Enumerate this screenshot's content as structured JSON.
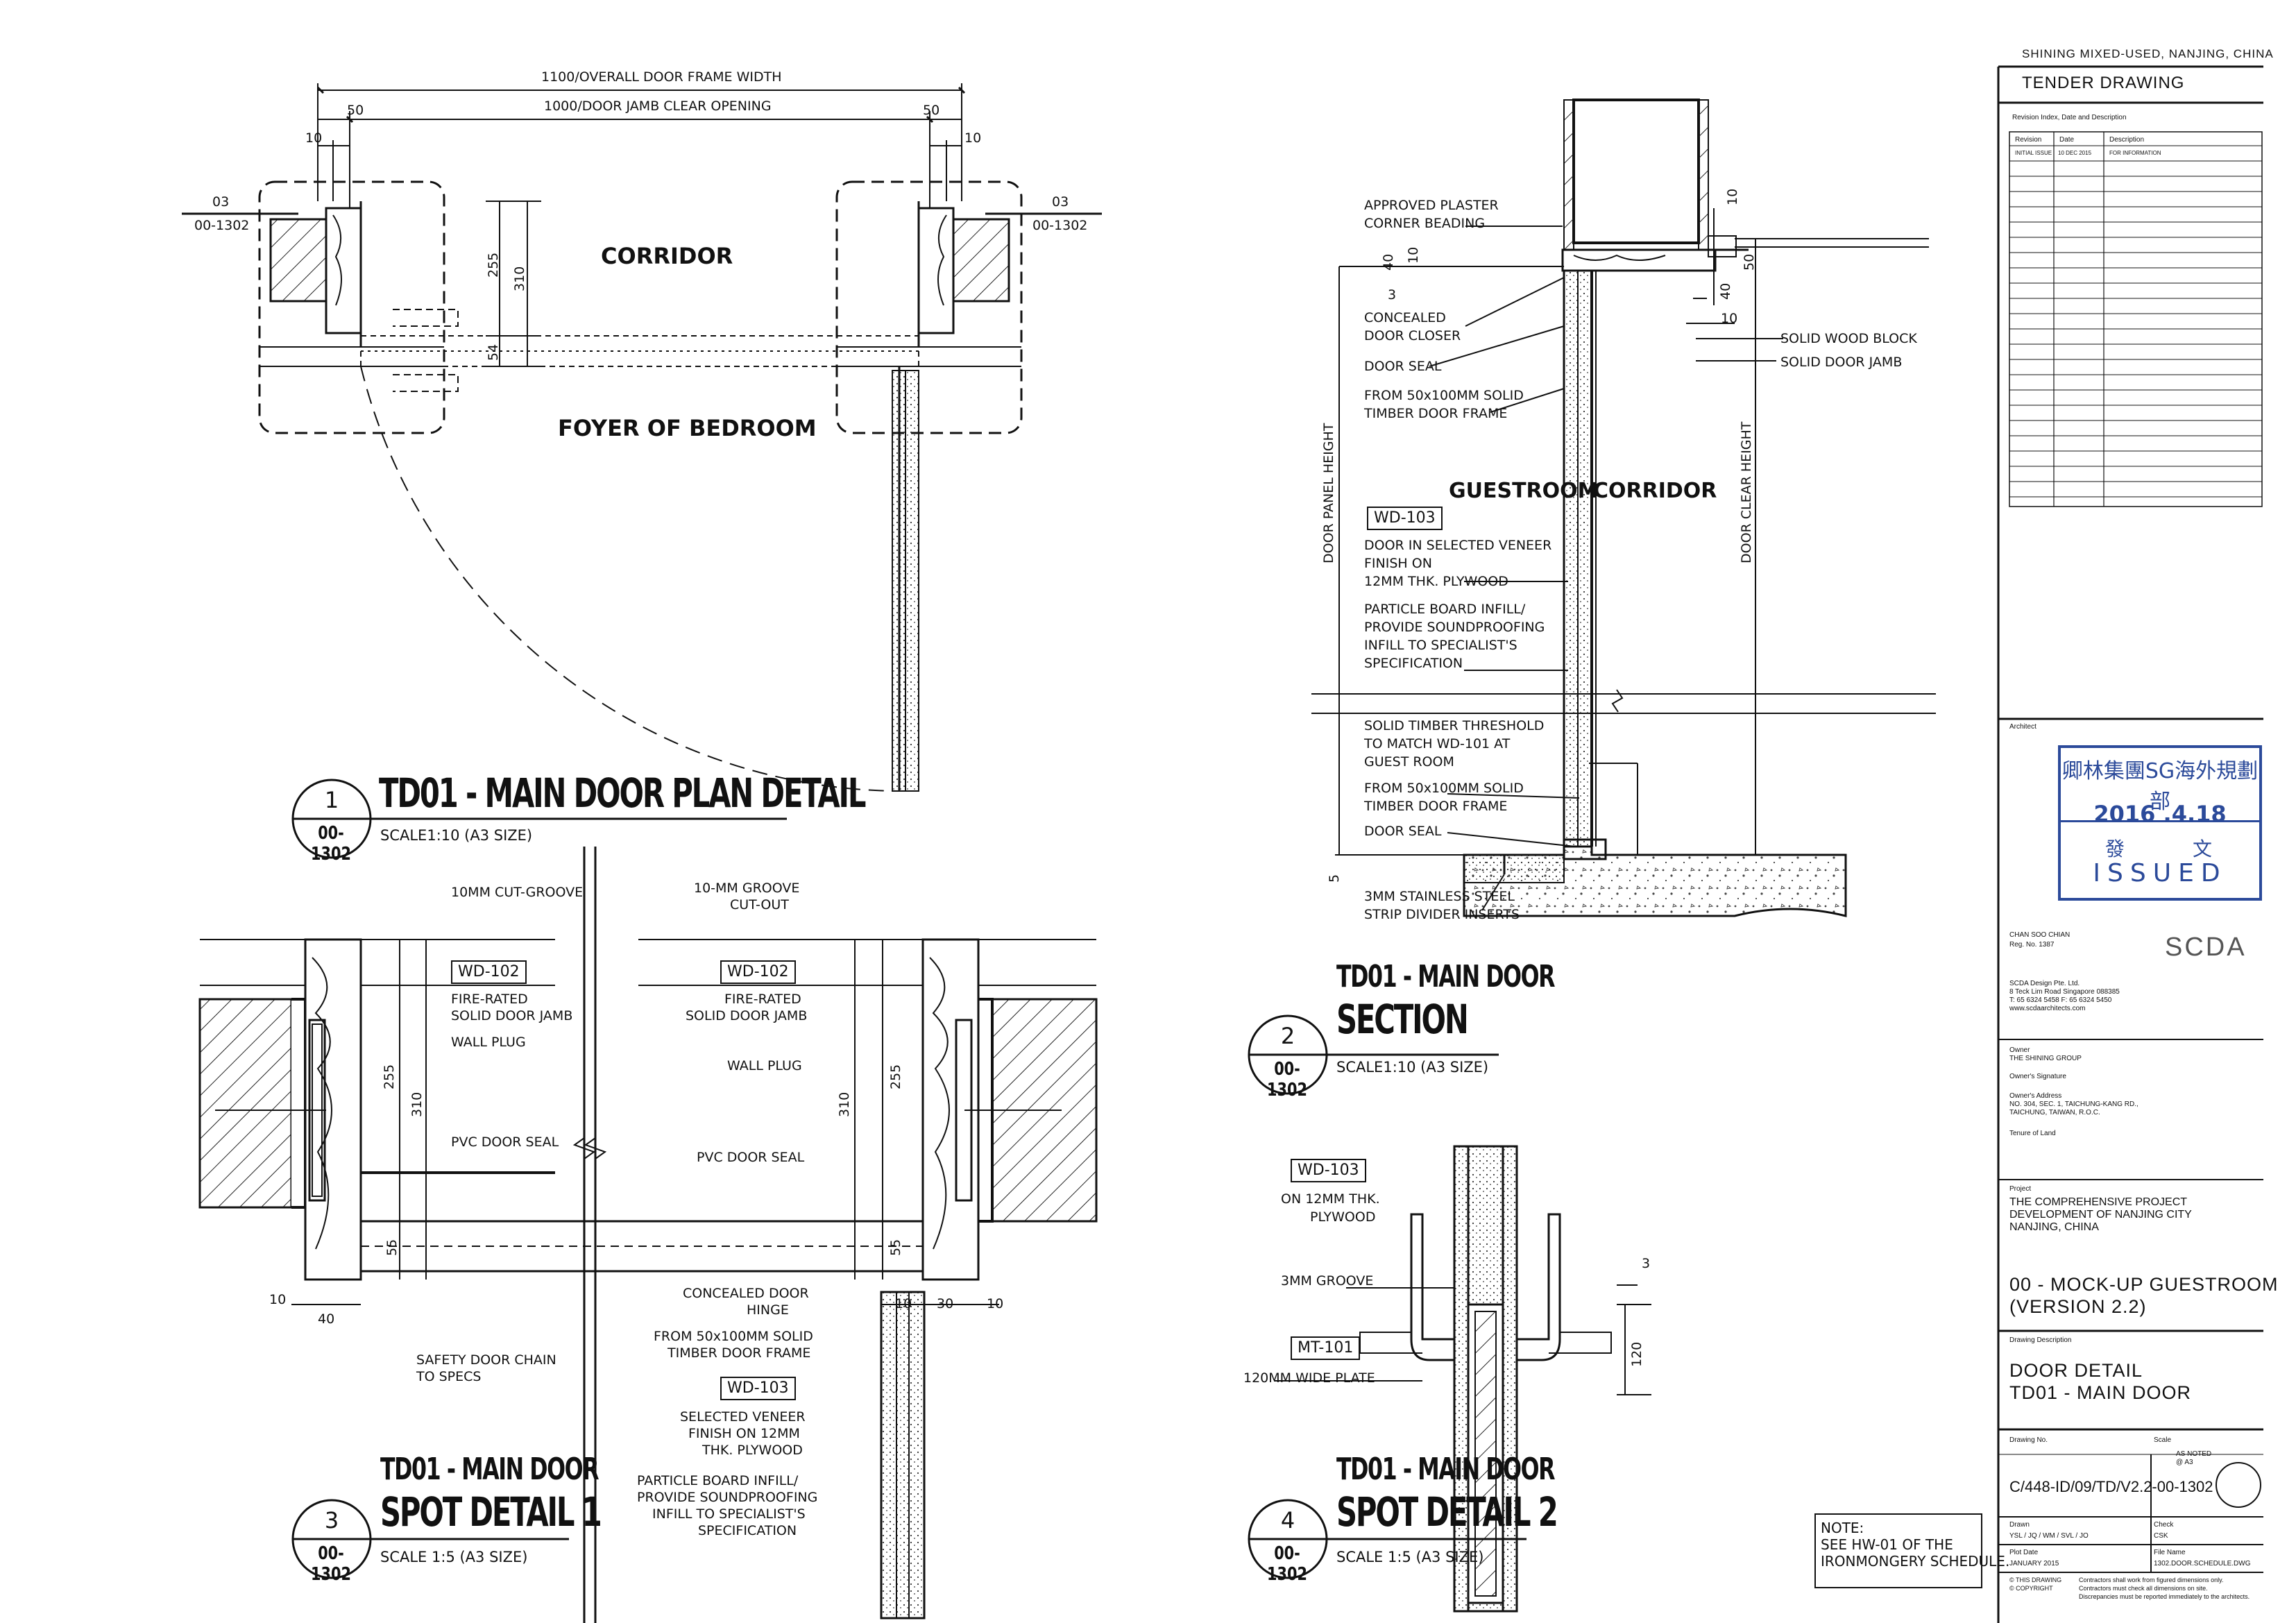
{
  "project_header": "SHINING MIXED-USED, NANJING, CHINA",
  "titleblock": {
    "tender": "TENDER DRAWING",
    "revision_heading": "Revision Index, Date and Description",
    "rev_cols": [
      "Revision",
      "Date",
      "Description"
    ],
    "rev_row": [
      "INITIAL ISSUE",
      "10 DEC 2015",
      "FOR INFORMATION"
    ],
    "architect_label": "Architect",
    "stamp": {
      "line1": "卿林集團SG海外規劃部",
      "date": "2016 .4.18",
      "fa": "發",
      "wen": "文",
      "issued": "ISSUED"
    },
    "person": "CHAN SOO CHIAN",
    "reg": "Reg. No. 1387",
    "firm_logo": "SCDA",
    "firm": "SCDA Design Pte. Ltd.",
    "firm_addr": "8 Teck Lim Road Singapore 088385",
    "firm_tel": "T: 65 6324 5458   F: 65 6324 5450",
    "firm_web": "www.scdaarchitects.com",
    "owner_label": "Owner",
    "owner": "THE SHINING GROUP",
    "owner_sig": "Owner's Signature",
    "owner_addr_label": "Owner's Address",
    "owner_addr1": "NO. 304, SEC. 1, TAICHUNG-KANG RD.,",
    "owner_addr2": "TAICHUNG, TAIWAN, R.O.C.",
    "tenure": "Tenure of Land",
    "project_label": "Project",
    "project1": "THE COMPREHENSIVE PROJECT",
    "project2": "DEVELOPMENT OF NANJING CITY",
    "project3": "NANJING, CHINA",
    "sheet1": "00 - MOCK-UP GUESTROOM",
    "sheet2": "(VERSION 2.2)",
    "desc_label": "Drawing Description",
    "desc1": "DOOR DETAIL",
    "desc2": "TD01 - MAIN DOOR",
    "drawing_no_label": "Drawing No.",
    "scale_label": "Scale",
    "scale_val1": "AS NOTED",
    "scale_val2": "@ A3",
    "drawing_no": "C/448-ID/09/TD/V2.2-00-1302",
    "drawn_label": "Drawn",
    "drawn": "YSL / JQ / WM / SVL / JO",
    "check_label": "Check",
    "check": "CSK",
    "plot_label": "Plot Date",
    "plot": "JANUARY 2015",
    "file_label": "File Name",
    "file": "1302.DOOR.SCHEDULE.DWG",
    "copyright1": "© THIS DRAWING",
    "copyright2": "© COPYRIGHT",
    "disc1": "Contractors shall work from figured dimensions only.",
    "disc2": "Contractors must check all dimensions on site.",
    "disc3": "Discrepancies must be reported immediately to the architects."
  },
  "detail1": {
    "num": "1",
    "ref": "00-1302",
    "title": "TD01 - MAIN DOOR PLAN DETAIL",
    "scale": "SCALE1:10 (A3 SIZE)",
    "dim_overall": "1100/OVERALL DOOR FRAME WIDTH",
    "dim_clear": "1000/DOOR JAMB CLEAR OPENING",
    "d50a": "50",
    "d50b": "50",
    "d10a": "10",
    "d10b": "10",
    "d255": "255",
    "d310": "310",
    "d54": "54",
    "corridor": "CORRIDOR",
    "foyer": "FOYER OF BEDROOM",
    "sec_left_num": "03",
    "sec_left_ref": "00-1302",
    "sec_right_num": "03",
    "sec_right_ref": "00-1302"
  },
  "detail2": {
    "num": "2",
    "ref": "00-1302",
    "title1": "TD01 - MAIN DOOR",
    "title2": "SECTION",
    "scale": "SCALE1:10 (A3 SIZE)",
    "labels": {
      "plaster": "APPROVED PLASTER",
      "plaster2": "CORNER BEADING",
      "closer": "CONCEALED",
      "closer2": "DOOR CLOSER",
      "seal": "DOOR SEAL",
      "frame": "FROM 50x100MM SOLID",
      "frame2": "TIMBER DOOR FRAME",
      "wd103": "WD-103",
      "veneer1": "DOOR IN SELECTED VENEER",
      "veneer2": "FINISH ON",
      "veneer3": "12MM THK. PLYWOOD",
      "particle1": "PARTICLE BOARD INFILL/",
      "particle2": "PROVIDE SOUNDPROOFING",
      "particle3": "INFILL TO SPECIALIST'S",
      "particle4": "SPECIFICATION",
      "threshold1": "SOLID TIMBER THRESHOLD",
      "threshold2": "TO MATCH WD-101 AT",
      "threshold3": "GUEST ROOM",
      "frame_b1": "FROM 50x100MM SOLID",
      "frame_b2": "TIMBER DOOR FRAME",
      "seal_b": "DOOR SEAL",
      "steel1": "3MM STAINLESS STEEL",
      "steel2": "STRIP DIVIDER INSERTS",
      "block": "SOLID WOOD BLOCK",
      "jamb": "SOLID DOOR JAMB",
      "guestroom": "GUESTROOM",
      "corridor": "CORRIDOR",
      "panel_h": "DOOR PANEL HEIGHT",
      "clear_h": "DOOR CLEAR HEIGHT",
      "d40": "40",
      "d10": "10",
      "d3": "3",
      "d10b": "10",
      "d50": "50",
      "d40b": "40",
      "d10c": "10",
      "d5": "5"
    }
  },
  "detail3": {
    "num": "3",
    "ref": "00-1302",
    "title1": "TD01 - MAIN DOOR",
    "title2": "SPOT DETAIL 1",
    "scale": "SCALE 1:5 (A3 SIZE)",
    "labels": {
      "groove": "10MM CUT-GROOVE",
      "wd102": "WD-102",
      "fire1": "FIRE-RATED",
      "fire2": "SOLID DOOR JAMB",
      "plug": "WALL PLUG",
      "pvc": "PVC DOOR SEAL",
      "chain1": "SAFETY DOOR CHAIN",
      "chain2": "TO SPECS",
      "groove_r1": "10-MM GROOVE",
      "groove_r2": "CUT-OUT",
      "wd102r": "WD-102",
      "fire_r1": "FIRE-RATED",
      "fire_r2": "SOLID DOOR JAMB",
      "plug_r": "WALL PLUG",
      "pvc_r": "PVC DOOR SEAL",
      "hinge1": "CONCEALED DOOR",
      "hinge2": "HINGE",
      "frame1": "FROM 50x100MM SOLID",
      "frame2": "TIMBER DOOR FRAME",
      "wd103": "WD-103",
      "ven1": "SELECTED VENEER",
      "ven2": "FINISH ON 12MM",
      "ven3": "THK. PLYWOOD",
      "part1": "PARTICLE BOARD INFILL/",
      "part2": "PROVIDE SOUNDPROOFING",
      "part3": "INFILL TO SPECIALIST'S",
      "part4": "SPECIFICATION",
      "d255": "255",
      "d310": "310",
      "d55": "55",
      "d10": "10",
      "d40": "40",
      "d310r": "310",
      "d255r": "255",
      "d55r": "55",
      "d10r": "10",
      "d30r": "30",
      "d10r2": "10"
    }
  },
  "detail4": {
    "num": "4",
    "ref": "00-1302",
    "title1": "TD01 - MAIN DOOR",
    "title2": "SPOT DETAIL 2",
    "scale": "SCALE 1:5 (A3 SIZE)",
    "labels": {
      "wd103": "WD-103",
      "ply1": "ON 12MM THK.",
      "ply2": "PLYWOOD",
      "groove": "3MM GROOVE",
      "mt101": "MT-101",
      "plate": "120MM WIDE PLATE",
      "d3": "3",
      "d120": "120"
    }
  },
  "note": {
    "l1": "NOTE:",
    "l2": "SEE HW-01 OF THE",
    "l3": "IRONMONGERY SCHEDULE."
  }
}
